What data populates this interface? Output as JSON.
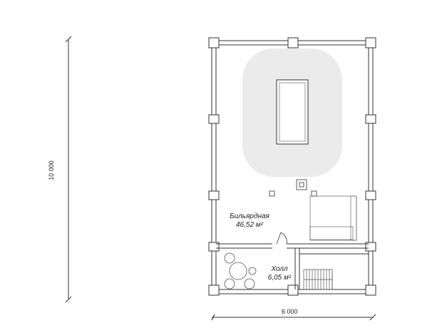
{
  "plan": {
    "dimensions": {
      "height_label": "10 000",
      "width_label": "6 000"
    },
    "rooms": [
      {
        "id": "billiard",
        "name": "Бильярдная",
        "area": "46,52 м²"
      },
      {
        "id": "hall",
        "name": "Холл",
        "area": "6,05 м²"
      }
    ],
    "colors": {
      "line": "#333333",
      "table_zone": "#ebebeb",
      "wall_fill": "#ffffff"
    },
    "icons": [
      "billiard-table-icon",
      "stairs-icon",
      "door-swing-icon",
      "patio-furniture-icon",
      "column-icon"
    ]
  }
}
